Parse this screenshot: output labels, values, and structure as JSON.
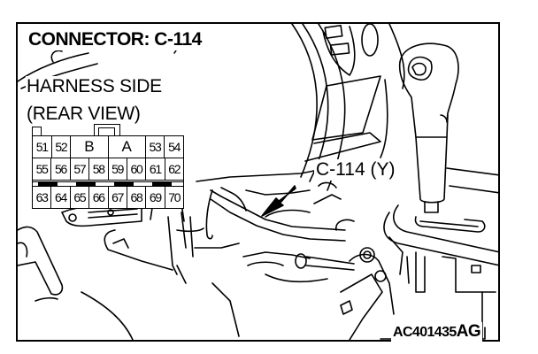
{
  "figure": {
    "title": "CONNECTOR: C-114",
    "view_line1": "HARNESS SIDE",
    "view_line2": "(REAR VIEW)",
    "callout_label": "C-114 (Y)",
    "figure_id": "AC401435",
    "figure_id_suffix": "AG"
  },
  "connector": {
    "name": "C-114",
    "color": "Y",
    "row1": [
      {
        "label": "51",
        "span": 1
      },
      {
        "label": "52",
        "span": 1
      },
      {
        "label": "B",
        "span": 2
      },
      {
        "label": "A",
        "span": 2
      },
      {
        "label": "53",
        "span": 1
      },
      {
        "label": "54",
        "span": 1
      }
    ],
    "row2": [
      "55",
      "56",
      "57",
      "58",
      "59",
      "60",
      "61",
      "62"
    ],
    "row3": [
      "63",
      "64",
      "65",
      "66",
      "67",
      "68",
      "69",
      "70"
    ]
  },
  "colors": {
    "line": "#000000",
    "background": "#ffffff"
  }
}
